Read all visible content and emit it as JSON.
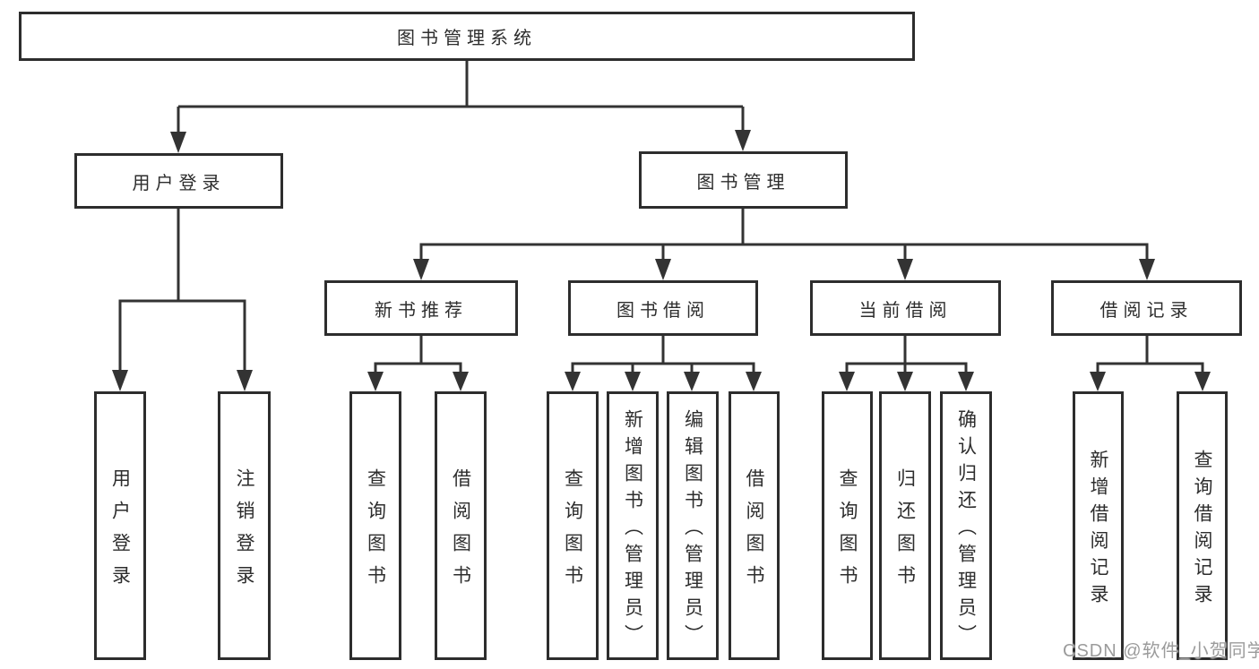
{
  "tree": {
    "root": {
      "label": "图书管理系统",
      "children": [
        {
          "label": "用户登录",
          "children": [
            {
              "label": "用户登录"
            },
            {
              "label": "注销登录"
            }
          ]
        },
        {
          "label": "图书管理",
          "children": [
            {
              "label": "新书推荐",
              "children": [
                {
                  "label": "查询图书"
                },
                {
                  "label": "借阅图书"
                }
              ]
            },
            {
              "label": "图书借阅",
              "children": [
                {
                  "label": "查询图书"
                },
                {
                  "label": "新增图书（管理员）"
                },
                {
                  "label": "编辑图书（管理员）"
                },
                {
                  "label": "借阅图书"
                }
              ]
            },
            {
              "label": "当前借阅",
              "children": [
                {
                  "label": "查询图书"
                },
                {
                  "label": "归还图书"
                },
                {
                  "label": "确认归还（管理员）"
                }
              ]
            },
            {
              "label": "借阅记录",
              "children": [
                {
                  "label": "新增借阅记录"
                },
                {
                  "label": "查询借阅记录"
                }
              ]
            }
          ]
        }
      ]
    }
  },
  "watermark": {
    "text": "CSDN @软件_小贺同学"
  },
  "colors": {
    "line": "#333333",
    "box_border": "#2d2d2d",
    "text": "#2d2d2d",
    "watermark": "#9b9b9b",
    "background": "#ffffff"
  }
}
